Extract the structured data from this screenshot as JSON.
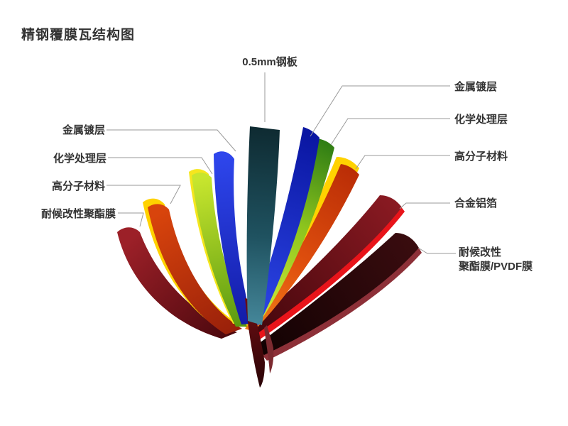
{
  "title": "精钢覆膜瓦结构图",
  "diagram": {
    "top_label": "0.5mm钢板",
    "left_labels": [
      {
        "label": "金属镀层"
      },
      {
        "label": "化学处理层"
      },
      {
        "label": "高分子材料"
      },
      {
        "label": "耐候改性聚酯膜"
      }
    ],
    "right_labels": [
      {
        "label": "金属镀层"
      },
      {
        "label": "化学处理层"
      },
      {
        "label": "高分子材料"
      },
      {
        "label": "合金铝箔"
      },
      {
        "label_line1": "耐候改性",
        "label_line2": "聚酯膜/PVDF膜"
      }
    ],
    "layers": [
      {
        "name": "0.5mm钢板",
        "color": "#2e6e7d"
      },
      {
        "name": "金属镀层",
        "color": "#1f2fd0"
      },
      {
        "name": "化学处理层",
        "color": "#9ed321"
      },
      {
        "name": "高分子材料",
        "color": "#e05510"
      },
      {
        "name": "合金铝箔",
        "color": "#7a141c"
      },
      {
        "name": "耐候改性聚酯膜/PVDF膜",
        "color": "#1a0305"
      }
    ],
    "colors": {
      "edge_yellow": "#ffd200",
      "edge_red": "#e8141a",
      "edge_maroon": "#8d3038",
      "leader_line": "#9a9a9a",
      "label_text": "#333333"
    }
  }
}
